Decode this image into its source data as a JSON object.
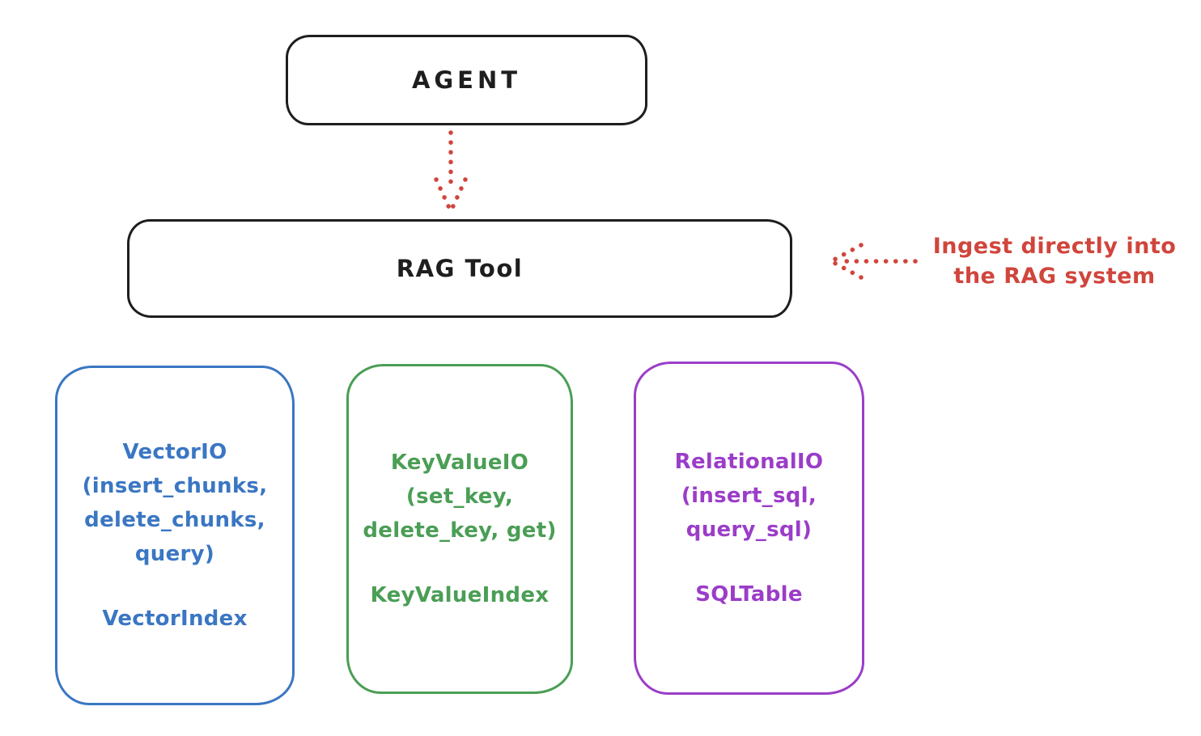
{
  "colors": {
    "ink": "#1e1e1e",
    "red": "#d0453c",
    "blue": "#3a76c3",
    "green": "#4a9e55",
    "purple": "#9b3dc8",
    "background": "#ffffff"
  },
  "diagram": {
    "agent": {
      "label": "AGENT"
    },
    "rag_tool": {
      "label": "RAG Tool"
    },
    "annotation": {
      "line1": "Ingest directly into",
      "line2": "the RAG system"
    },
    "columns": [
      {
        "id": "vector-io",
        "color": "#3a76c3",
        "lines": [
          "VectorIO",
          "(insert_chunks,",
          "delete_chunks,",
          "query)"
        ],
        "index_label": "VectorIndex"
      },
      {
        "id": "keyvalue-io",
        "color": "#4a9e55",
        "lines": [
          "KeyValueIO",
          "(set_key,",
          "delete_key, get)"
        ],
        "index_label": "KeyValueIndex"
      },
      {
        "id": "relational-io",
        "color": "#9b3dc8",
        "lines": [
          "RelationalIO",
          "(insert_sql,",
          "query_sql)"
        ],
        "index_label": "SQLTable"
      }
    ]
  }
}
